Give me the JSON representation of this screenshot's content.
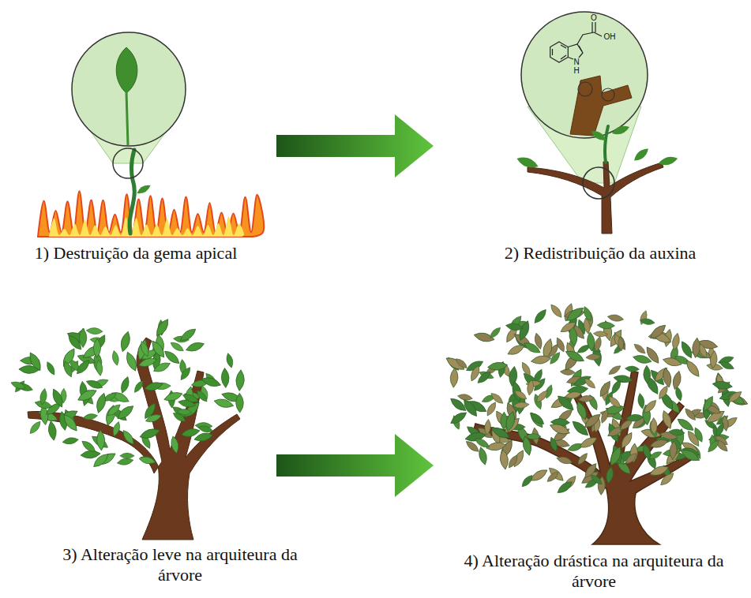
{
  "diagram": {
    "labels": [
      "O",
      "OH",
      "N",
      "H",
      "1) Destruição da gema apical",
      "2) Redistribuição da auxina",
      "3) Alteração leve na arquiteura da árvore",
      "4) Alteração drástica na arquiteura da árvore"
    ]
  }
}
